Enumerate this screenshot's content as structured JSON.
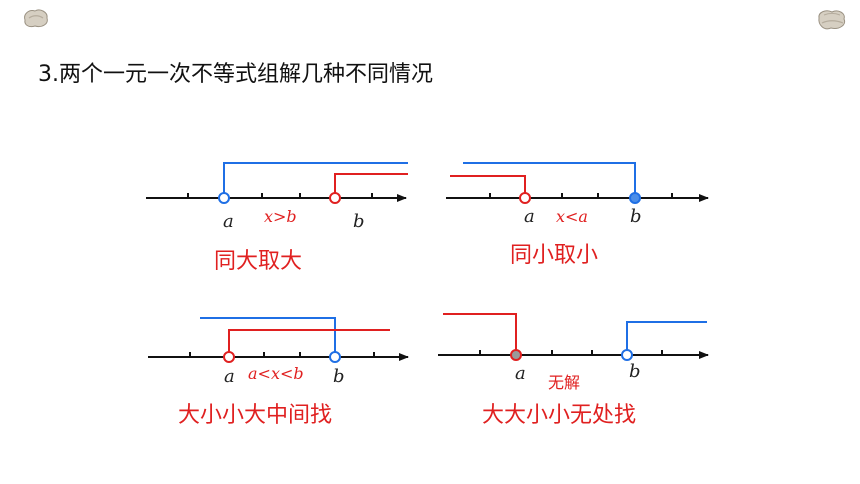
{
  "title": "3.两个一元一次不等式组解几种不同情况",
  "colors": {
    "blue": "#1f6fe5",
    "red": "#e02020",
    "axis": "#111111",
    "stone": "#cfc8bc"
  },
  "icons": {
    "top_left": "stone-icon",
    "top_right": "stone-icon"
  },
  "cases": [
    {
      "label_a": "a",
      "label_b": "b",
      "solution_text": "x>b",
      "rule_text": "同大取大"
    },
    {
      "label_a": "a",
      "label_b": "b",
      "solution_text": "x<a",
      "rule_text": "同小取小"
    },
    {
      "label_a": "a",
      "label_b": "b",
      "solution_text": "a<x<b",
      "rule_text": "大小小大中间找"
    },
    {
      "label_a": "a",
      "label_b": "b",
      "solution_text": "无解",
      "rule_text": "大大小小无处找"
    }
  ]
}
